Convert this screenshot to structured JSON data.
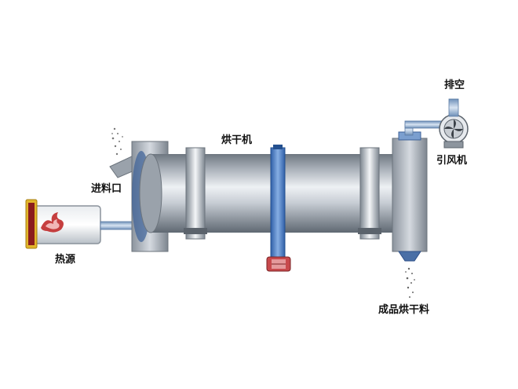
{
  "labels": {
    "dryer": "烘干机",
    "inlet": "进料口",
    "heat_source": "热源",
    "exhaust": "排空",
    "induced_fan": "引风机",
    "product": "成品烘干料"
  },
  "colors": {
    "drum_light": "#e6e9ee",
    "drum_mid": "#a9b0b9",
    "drum_dark": "#6e7781",
    "support_ring": "#5a87c7",
    "motor_red": "#c8494c",
    "heat_frame_yellow": "#e2b52b",
    "flame_red": "#c02a2a"
  }
}
